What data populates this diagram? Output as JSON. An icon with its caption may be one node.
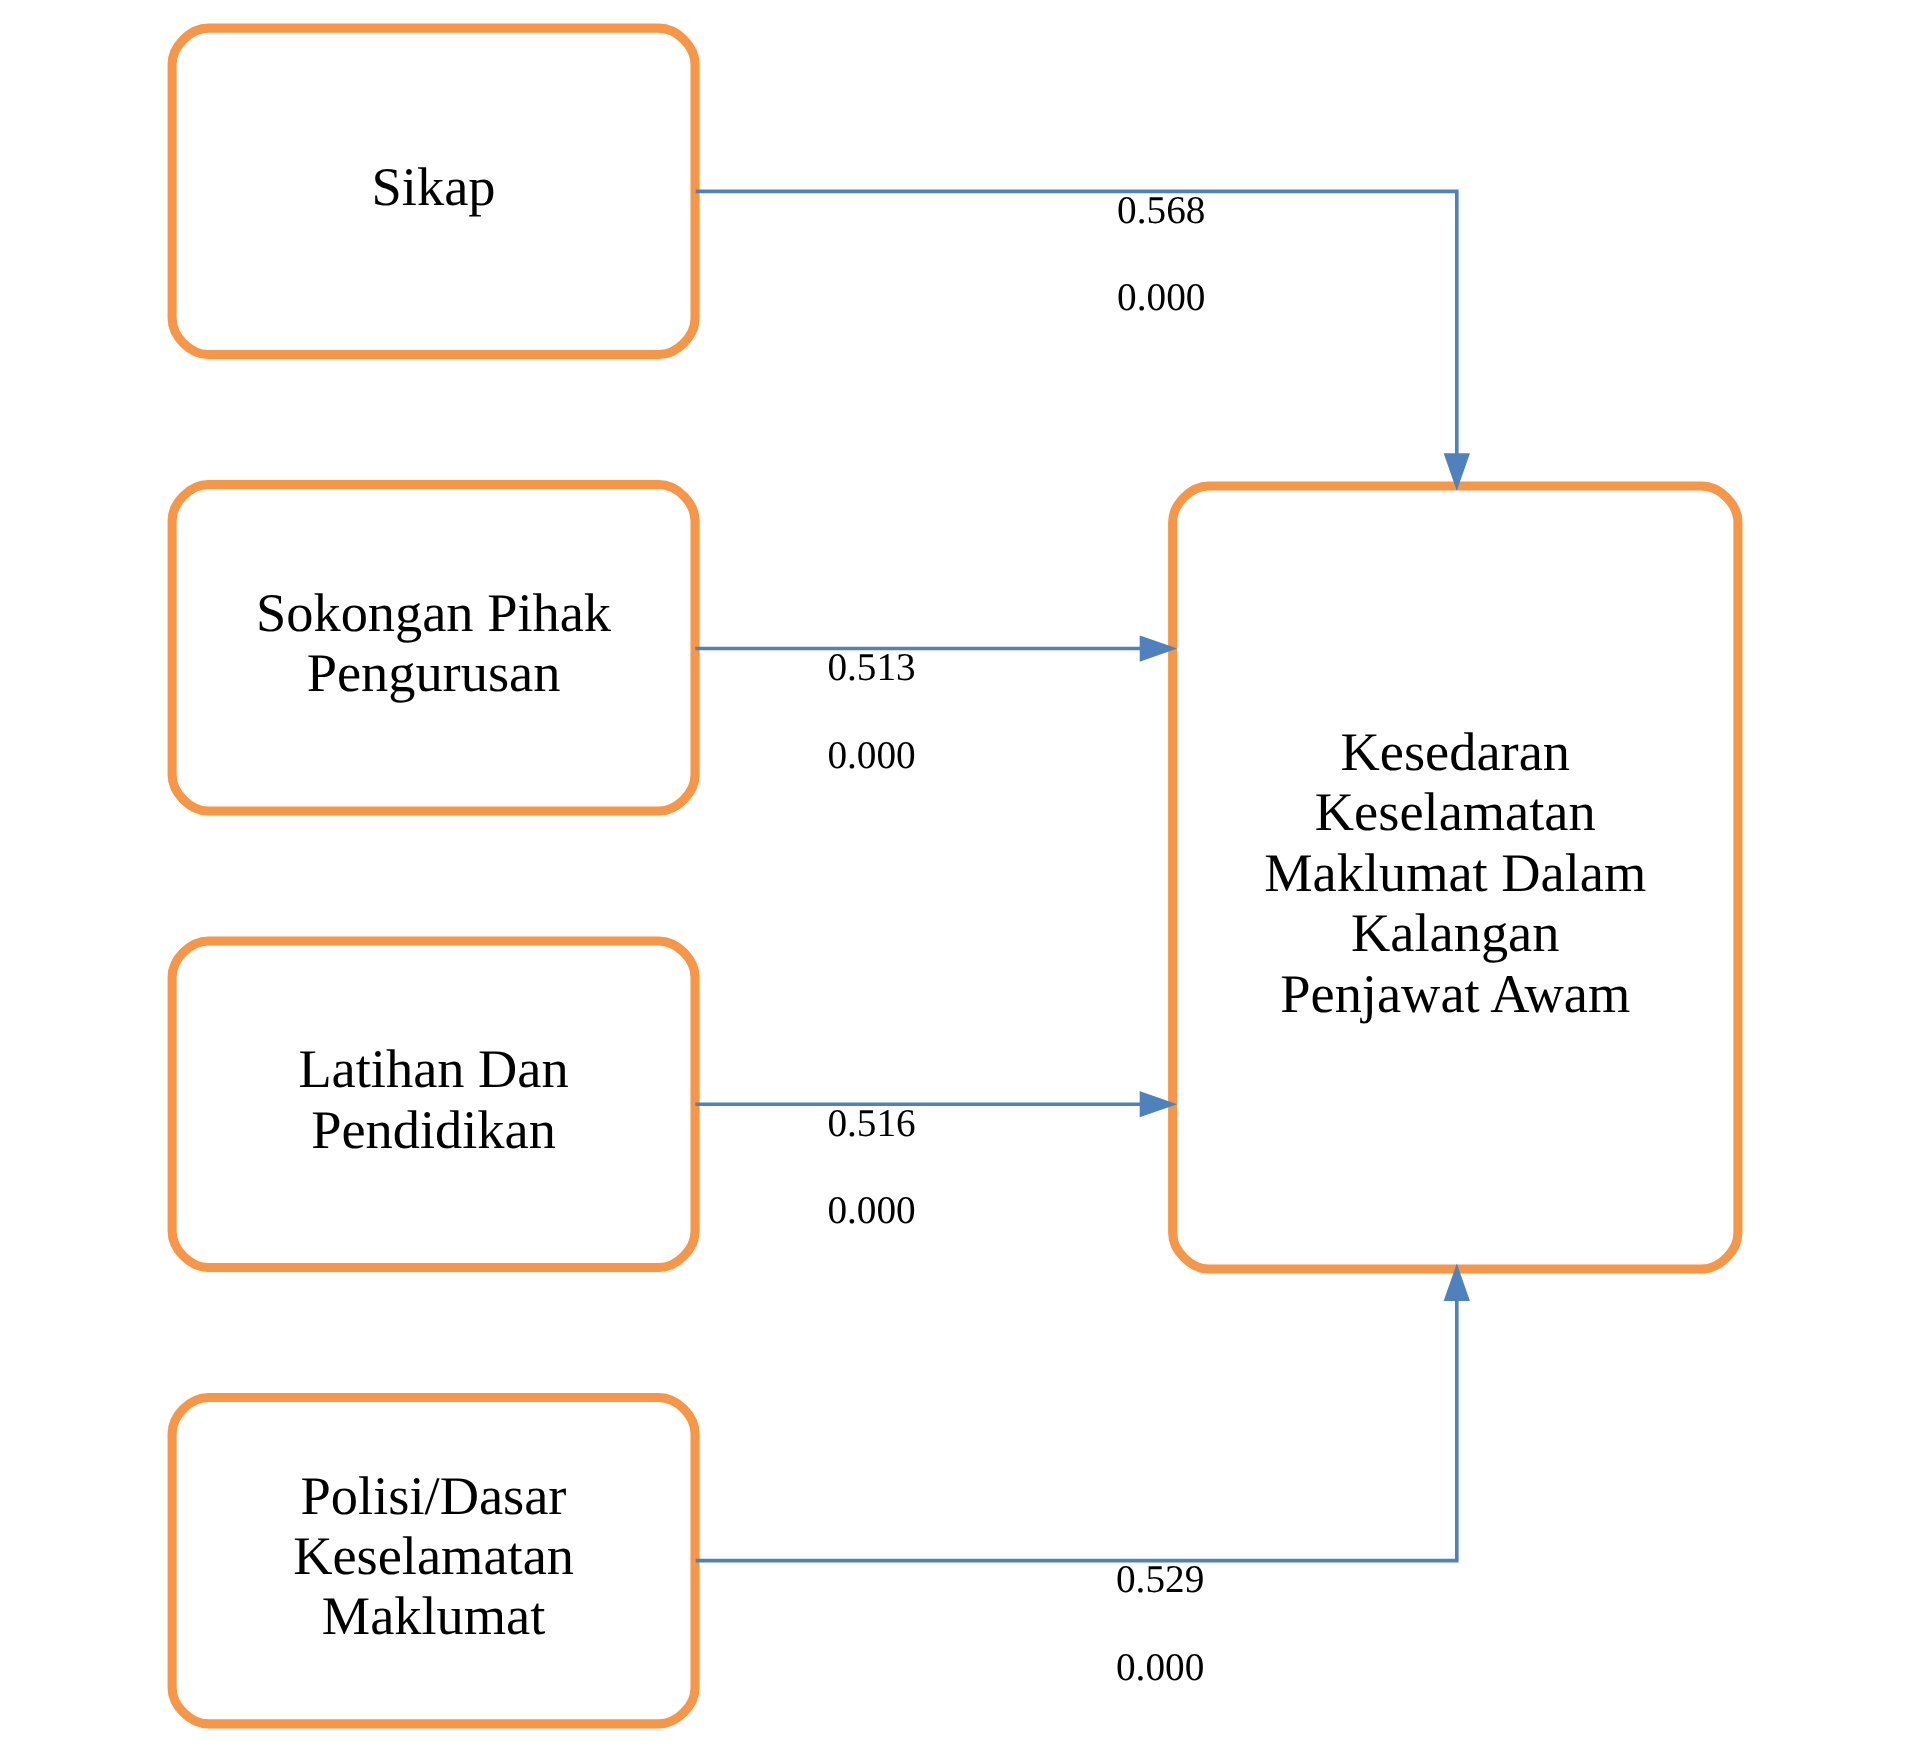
{
  "diagram": {
    "nodes": [
      {
        "text": [
          "Sikap"
        ]
      },
      {
        "text": [
          "Sokongan Pihak Pengurusan"
        ]
      },
      {
        "text": [
          "Latihan Dan Pendidikan"
        ]
      },
      {
        "text": [
          "Polisi/Dasar Keselamatan Maklumat"
        ]
      },
      {
        "text": [
          "Kesedaran Keselamatan Maklumat Dalam Kalangan Penjawat Awam"
        ]
      }
    ],
    "edges": [
      {
        "from": 0,
        "to": 4,
        "arrow": "to",
        "label": "0.568 0.000"
      },
      {
        "from": 1,
        "to": 4,
        "arrow": "to",
        "label": "0.513 0.000"
      },
      {
        "from": 2,
        "to": 4,
        "arrow": "to",
        "label": "0.516 0.000"
      },
      {
        "from": 3,
        "to": 4,
        "arrow": "to",
        "label": "0.529 0.000"
      }
    ]
  }
}
